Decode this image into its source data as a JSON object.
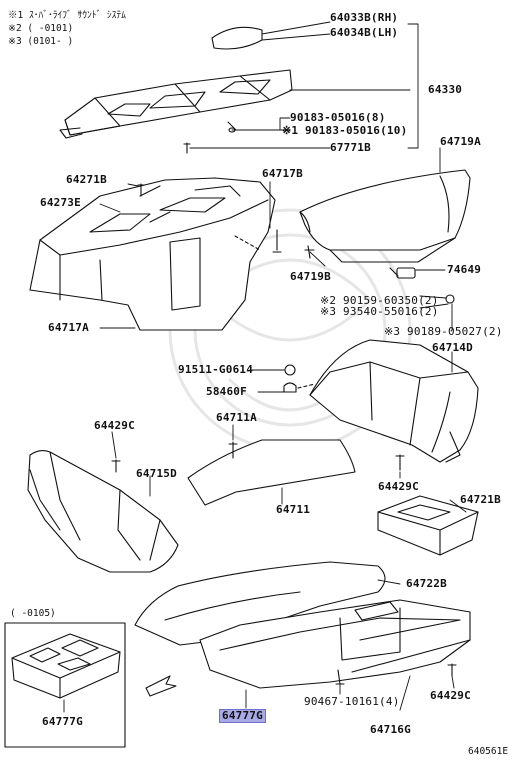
{
  "notes": [
    {
      "mark": "※1",
      "text": "ｽ･ﾊﾞ･ﾗｲﾌﾞ ｻｳﾝﾄﾞ ｼｽﾃﾑ"
    },
    {
      "mark": "※2",
      "text": "(      -0101)"
    },
    {
      "mark": "※3",
      "text": "(0101-      )"
    }
  ],
  "labels": {
    "p64033B": "64033B(RH)",
    "p64034B": "64034B(LH)",
    "p64330": "64330",
    "p90183a": "90183-05016(8)",
    "p90183b": "※1 90183-05016(10)",
    "p67771B": "67771B",
    "p64719A": "64719A",
    "p64271B": "64271B",
    "p64717B": "64717B",
    "p64273E": "64273E",
    "p64719B": "64719B",
    "p74649": "74649",
    "p90159": "※2 90159-60350(2)",
    "p93540": "※3 93540-55016(2)",
    "p90189": "※3 90189-05027(2)",
    "p64717A": "64717A",
    "p64714D": "64714D",
    "p91511": "91511-G0614",
    "p58460F": "58460F",
    "p64711A": "64711A",
    "p64429C_l": "64429C",
    "p64715D": "64715D",
    "p64711": "64711",
    "p64429C_m": "64429C",
    "p64721B": "64721B",
    "p64722B": "64722B",
    "p0105": "(     -0105)",
    "p90467": "90467-10161(4)",
    "p64429C_r": "64429C",
    "p64777G_l": "64777G",
    "p64777G_c": "64777G",
    "p64716G": "64716G",
    "fig": "640561E"
  },
  "highlight_color": "#a9a9e6"
}
